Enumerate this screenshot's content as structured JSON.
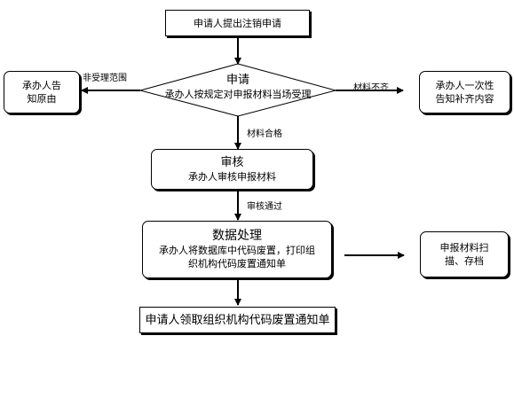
{
  "nodes": {
    "submit": "申请人提出注销申请",
    "apply_title": "申请",
    "apply_body": "承办人按规定对申报材料当场受理",
    "reject_left": [
      "承办人告",
      "知原由"
    ],
    "notify_right": [
      "承办人一次性",
      "告知补齐内容"
    ],
    "review_title": "审核",
    "review_body": "承办人审核申报材料",
    "process_title": "数据处理",
    "process_body": [
      "承办人将数据库中代码废置，打印组",
      "织机构代码废置通知单"
    ],
    "archive": [
      "申报材料扫",
      "描、存档"
    ],
    "receive": "申请人领取组织机构代码废置通知单"
  },
  "edges": {
    "not_accepted": "非受理范围",
    "incomplete": "材料不齐",
    "qualified": "材料合格",
    "approved": "审核通过"
  }
}
